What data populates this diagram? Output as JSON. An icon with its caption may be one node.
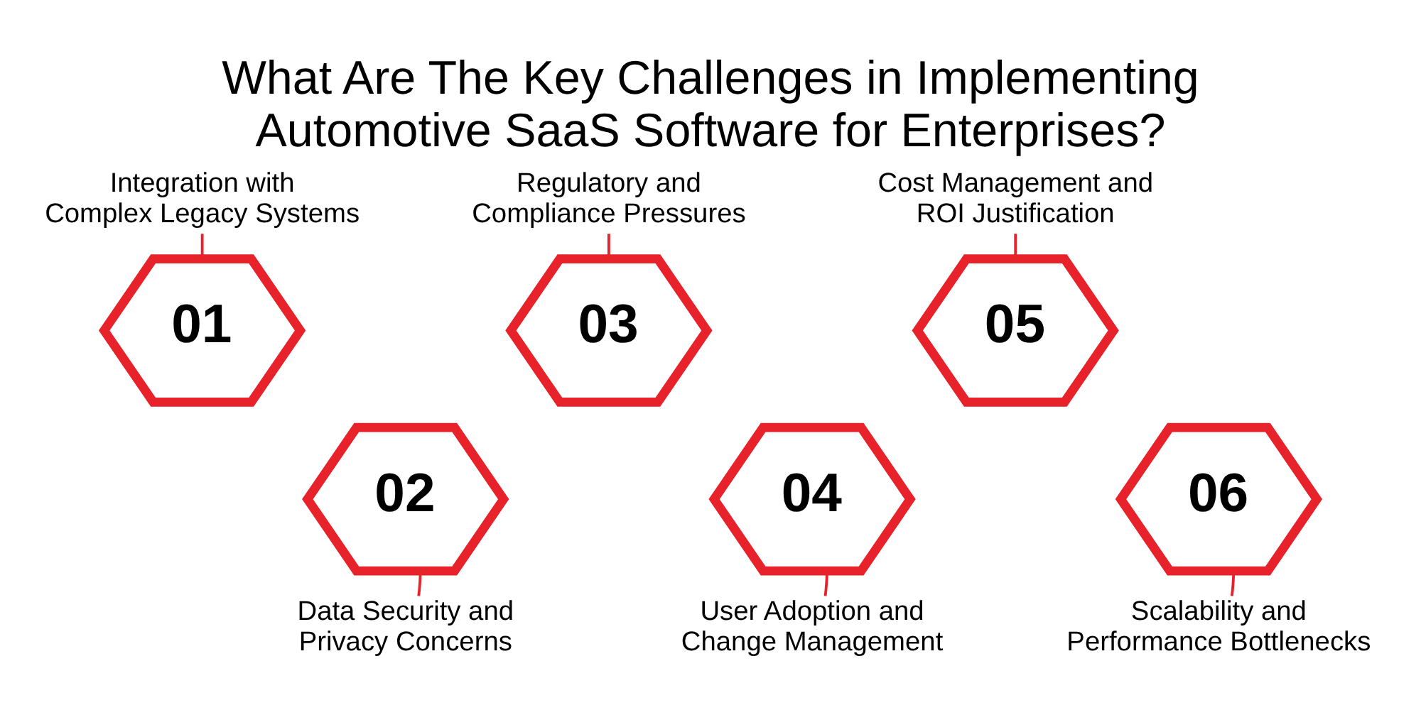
{
  "diagram": {
    "title": "What Are The Key Challenges in Implementing Automotive SaaS Software for Enterprises?",
    "nodes": [
      {
        "text": [
          "Integration with Complex Legacy Systems"
        ]
      },
      {
        "text": [
          "Regulatory and Compliance Pressures"
        ]
      },
      {
        "text": [
          "Cost Management and ROI Justification"
        ]
      },
      {
        "text": [
          "01"
        ]
      },
      {
        "text": [
          "03"
        ]
      },
      {
        "text": [
          "05"
        ]
      },
      {
        "text": [
          "02"
        ]
      },
      {
        "text": [
          "04"
        ]
      },
      {
        "text": [
          "06"
        ]
      },
      {
        "text": [
          "Data Security and Privacy Concerns"
        ]
      },
      {
        "text": [
          "User Adoption and Change Management"
        ]
      },
      {
        "text": [
          "Scalability and Performance Bottlenecks"
        ]
      }
    ],
    "edges": [
      {
        "from": 0,
        "to": 3,
        "arrow": "none"
      },
      {
        "from": 1,
        "to": 4,
        "arrow": "none"
      },
      {
        "from": 2,
        "to": 5,
        "arrow": "none"
      },
      {
        "from": 9,
        "to": 6,
        "arrow": "none"
      },
      {
        "from": 10,
        "to": 7,
        "arrow": "none"
      },
      {
        "from": 11,
        "to": 8,
        "arrow": "none"
      }
    ]
  }
}
